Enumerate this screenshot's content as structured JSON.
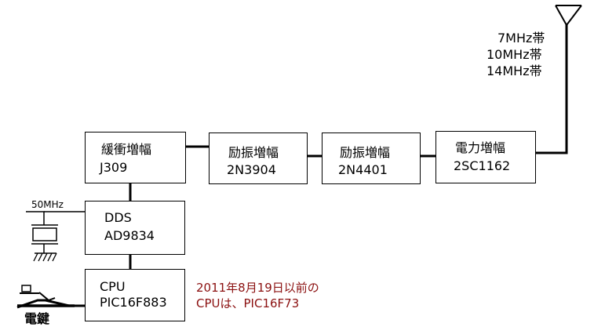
{
  "blocks": {
    "buffer": {
      "title": "緩衝増幅",
      "part": "J309"
    },
    "driver1": {
      "title": "励振増幅",
      "part": "2N3904"
    },
    "driver2": {
      "title": "励振増幅",
      "part": "2N4401"
    },
    "power": {
      "title": "電力増幅",
      "part": "2SC1162"
    },
    "dds": {
      "title": "DDS",
      "part": "AD9834"
    },
    "cpu": {
      "title": "CPU",
      "part": "PIC16F883"
    }
  },
  "bands": [
    "7MHz帯",
    "10MHz帯",
    "14MHz帯"
  ],
  "oscillator_label": "50MHz",
  "key_label": "電鍵",
  "note": [
    "2011年8月19日以前の",
    "CPUは、PIC16F73"
  ]
}
